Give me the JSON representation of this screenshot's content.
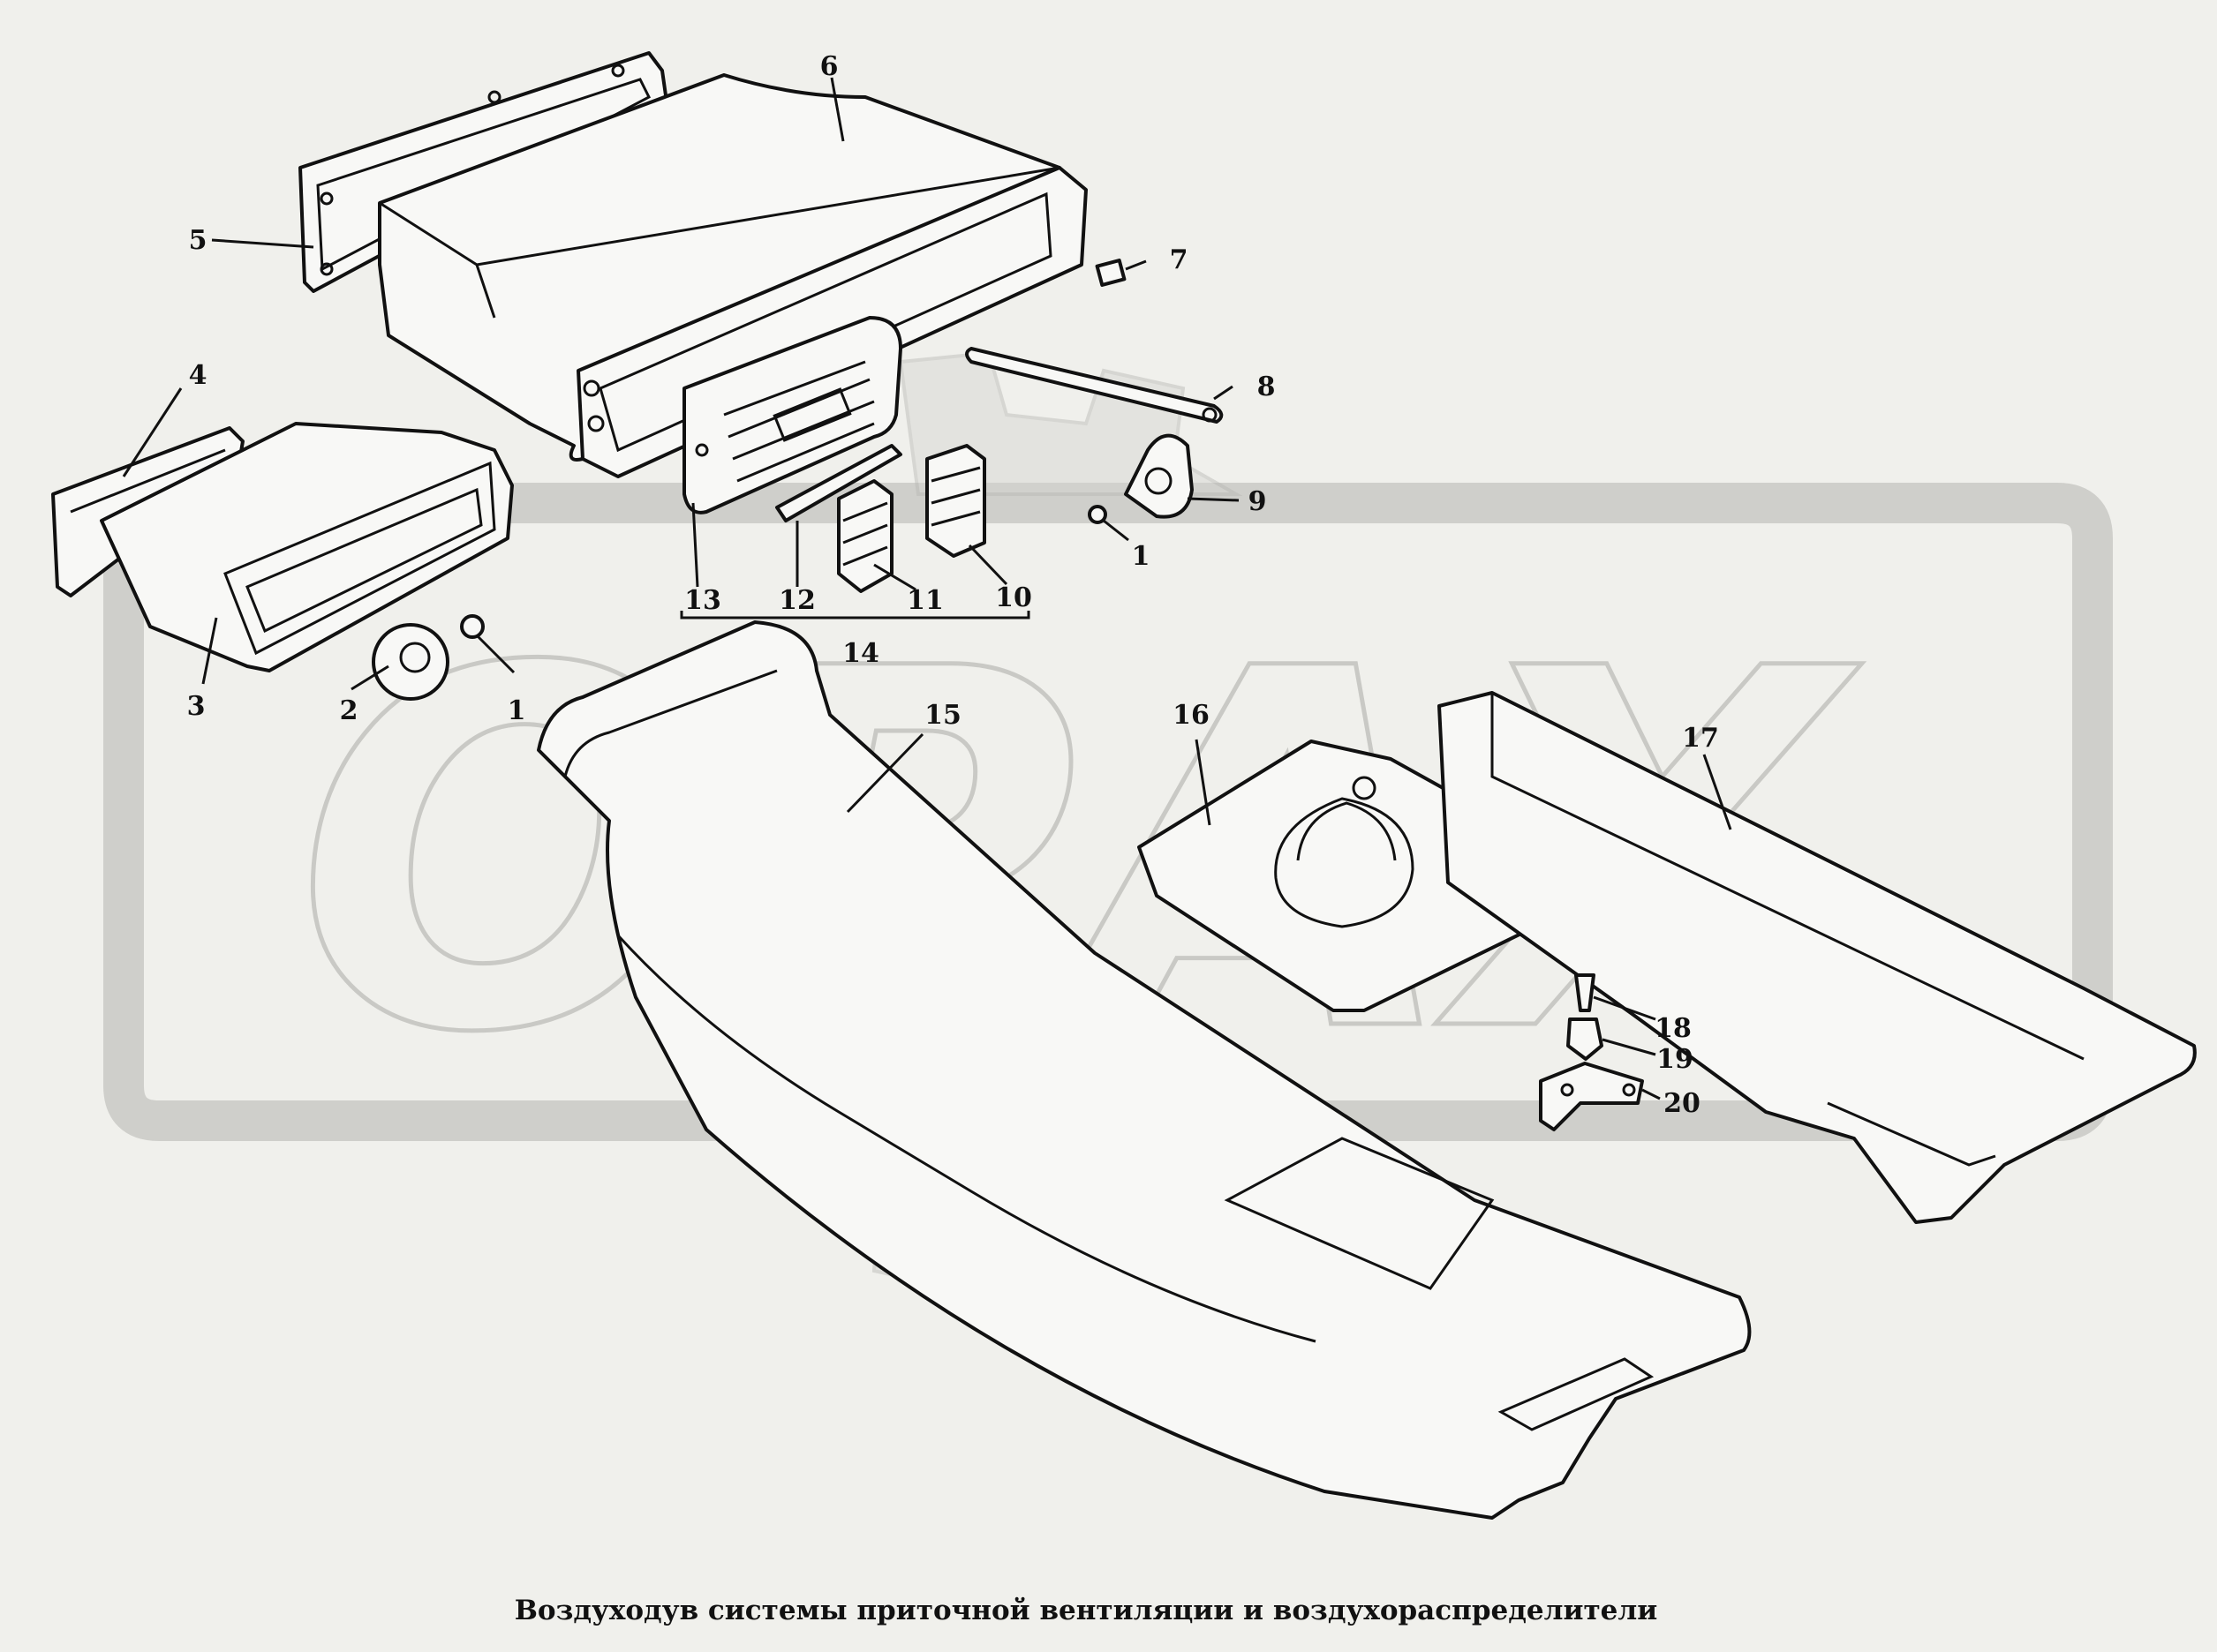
{
  "caption": "Воздуходув системы приточной вентиляции и воздухораспределители",
  "watermark": {
    "text": "ОРАХ",
    "color": "#cfcfcb"
  },
  "colors": {
    "background": "#f0f0ec",
    "line": "#111111"
  },
  "callouts": {
    "l1a": "1",
    "l1b": "1",
    "l2": "2",
    "l3": "3",
    "l4": "4",
    "l5": "5",
    "l6": "6",
    "l7": "7",
    "l8": "8",
    "l9": "9",
    "l10": "10",
    "l11": "11",
    "l12": "12",
    "l13": "13",
    "l14": "14",
    "l15": "15",
    "l16": "16",
    "l17": "17",
    "l18": "18",
    "l19": "19",
    "l20": "20"
  }
}
